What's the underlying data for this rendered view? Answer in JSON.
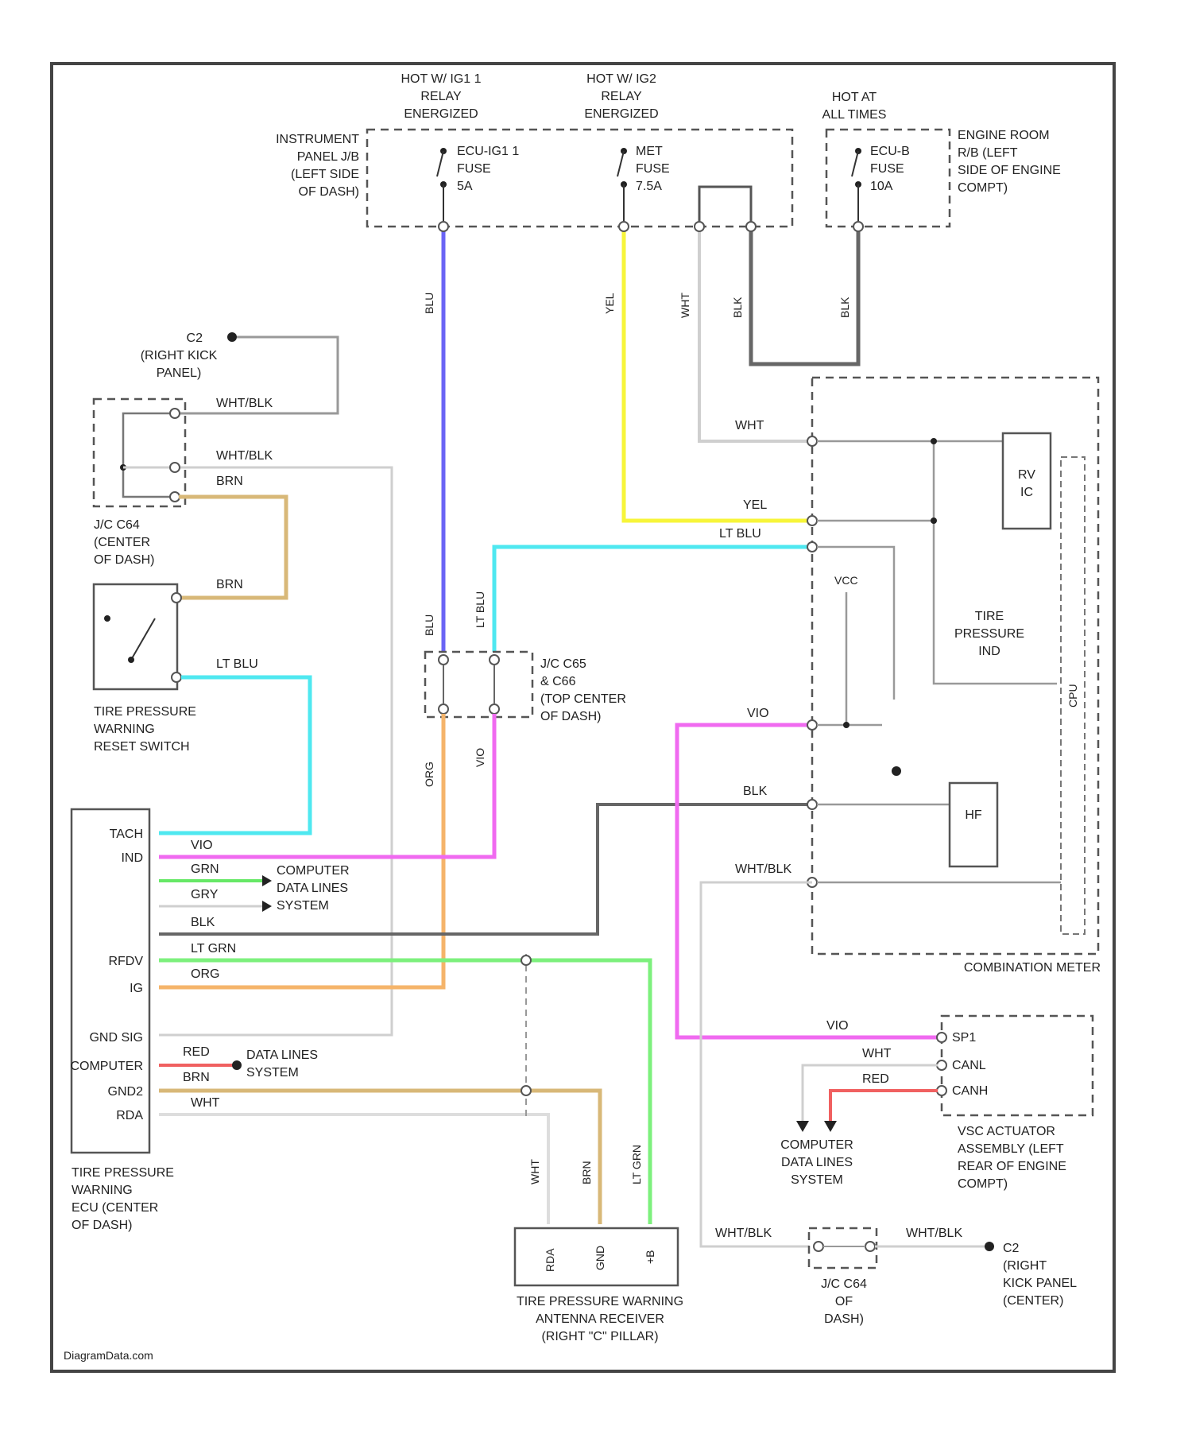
{
  "colors": {
    "blu": "#6a64f5",
    "yel": "#f7f53a",
    "lt_blu": "#4fe8f0",
    "vio": "#f06af0",
    "grn": "#66e866",
    "lt_grn": "#7df07d",
    "org": "#f5b46a",
    "brn": "#d8b878",
    "blk": "#666666",
    "wht": "#dddddd",
    "red": "#f06060",
    "gry": "#aaaaaa",
    "border": "#444444"
  },
  "power": {
    "hot_ig1": [
      "HOT W/ IG1 1",
      "RELAY",
      "ENERGIZED"
    ],
    "hot_ig2": [
      "HOT W/ IG2",
      "RELAY",
      "ENERGIZED"
    ],
    "hot_all": [
      "HOT AT",
      "ALL TIMES"
    ]
  },
  "junction_boxes": {
    "ip_jb": [
      "INSTRUMENT",
      "PANEL J/B",
      "(LEFT SIDE",
      "OF DASH)"
    ],
    "er_rb": [
      "ENGINE ROOM",
      "R/B (LEFT",
      "SIDE OF ENGINE",
      "COMPT)"
    ]
  },
  "fuses": {
    "ecu_ig1": [
      "ECU-IG1 1",
      "FUSE",
      "5A"
    ],
    "met": [
      "MET",
      "FUSE",
      "7.5A"
    ],
    "ecu_b": [
      "ECU-B",
      "FUSE",
      "10A"
    ]
  },
  "wire_labels": {
    "blu": "BLU",
    "yel": "YEL",
    "wht": "WHT",
    "blk": "BLK",
    "blk2": "BLK",
    "wht_blk": "WHT/BLK",
    "brn": "BRN",
    "lt_blu": "LT BLU",
    "vio": "VIO",
    "grn": "GRN",
    "gry": "GRY",
    "lt_grn": "LT GRN",
    "org": "ORG",
    "red": "RED",
    "brn2": "BRN"
  },
  "ground": {
    "c2_top": [
      "C2",
      "(RIGHT KICK",
      "PANEL)"
    ],
    "c2_bottom": [
      "C2",
      "(RIGHT",
      "KICK PANEL",
      "(CENTER)"
    ]
  },
  "components": {
    "jc_top": [
      "J/C C64",
      "(CENTER",
      "OF DASH)"
    ],
    "reset_switch": [
      "TIRE PRESSURE",
      "WARNING",
      "RESET SWITCH"
    ],
    "jc_mid": [
      "J/C C65",
      "& C66",
      "(TOP CENTER",
      "OF DASH)"
    ],
    "ecu": [
      "TIRE PRESSURE",
      "WARNING",
      "ECU (CENTER",
      "OF DASH)"
    ],
    "combination_meter": "COMBINATION METER",
    "receiver": [
      "TIRE PRESSURE WARNING",
      "ANTENNA RECEIVER",
      "(RIGHT \"C\" PILLAR)"
    ],
    "vsc": [
      "VSC ACTUATOR",
      "ASSEMBLY (LEFT",
      "REAR OF ENGINE",
      "COMPT)"
    ],
    "jc_bottom": [
      "J/C C64",
      "OF",
      "DASH)"
    ],
    "computer_data_lines": [
      "COMPUTER",
      "DATA LINES",
      "SYSTEM"
    ]
  },
  "ecu_pins": [
    "TACH",
    "IND",
    "RFDV",
    "IG",
    "GND SIG",
    "COMPUTER",
    "GND2",
    "RDA"
  ],
  "ecu_notes": {
    "computer_data_1": [
      "COMPUTER",
      "DATA LINES",
      "SYSTEM"
    ],
    "data_lines_2": [
      "DATA LINES",
      "SYSTEM"
    ]
  },
  "meter_labels": {
    "rv_ic": [
      "RV",
      "IC"
    ],
    "tire_pressure_ind": [
      "TIRE",
      "PRESSURE",
      "IND"
    ],
    "cpu": "CPU",
    "hf": "HF",
    "vcc": "VCC"
  },
  "receiver_pins": [
    "RDA",
    "GND",
    "+B"
  ],
  "vsc_pins": [
    "SP1",
    "CANL",
    "CANH"
  ],
  "watermark": "DiagramData.com"
}
